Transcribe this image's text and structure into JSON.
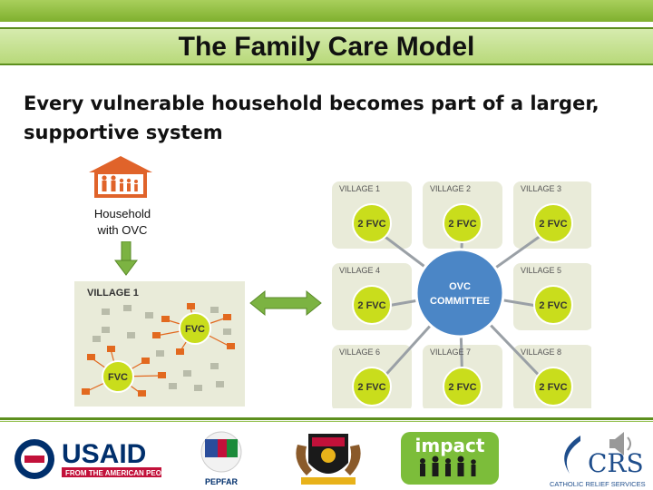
{
  "title": "The Family Care Model",
  "subtitle": "Every vulnerable household becomes part of a larger, supportive system",
  "household_label_line1": "Household",
  "household_label_line2": "with OVC",
  "village1": {
    "title": "VILLAGE 1",
    "fvc_top": "FVC",
    "fvc_bottom": "FVC"
  },
  "hub": {
    "line1": "OVC",
    "line2": "COMMITTEE"
  },
  "grid_villages": [
    {
      "name": "VILLAGE 1",
      "fvc": "2 FVC"
    },
    {
      "name": "VILLAGE 2",
      "fvc": "2 FVC"
    },
    {
      "name": "VILLAGE 3",
      "fvc": "2 FVC"
    },
    {
      "name": "VILLAGE 4",
      "fvc": "2 FVC"
    },
    {
      "name": "VILLAGE 5",
      "fvc": "2 FVC"
    },
    {
      "name": "VILLAGE 6",
      "fvc": "2 FVC"
    },
    {
      "name": "VILLAGE 7",
      "fvc": "2 FVC"
    },
    {
      "name": "VILLAGE 8",
      "fvc": "2 FVC"
    }
  ],
  "logos": {
    "usaid_main": "USAID",
    "usaid_tag": "FROM THE AMERICAN PEOPLE",
    "pepfar": "PEPFAR",
    "impact": "impact",
    "crs_main": "CRS",
    "crs_sub": "CATHOLIC RELIEF SERVICES"
  },
  "colors": {
    "title_band": "#c6e28e",
    "fvc_circle": "#c9dd1c",
    "hub_circle": "#4b86c6",
    "village_bg": "#e9ebd9",
    "arrow_green": "#7cb342",
    "house_orange": "#e0632a",
    "usaid_blue": "#002f6c",
    "usaid_red": "#c2113a",
    "crs_blue": "#1f4e8c"
  }
}
